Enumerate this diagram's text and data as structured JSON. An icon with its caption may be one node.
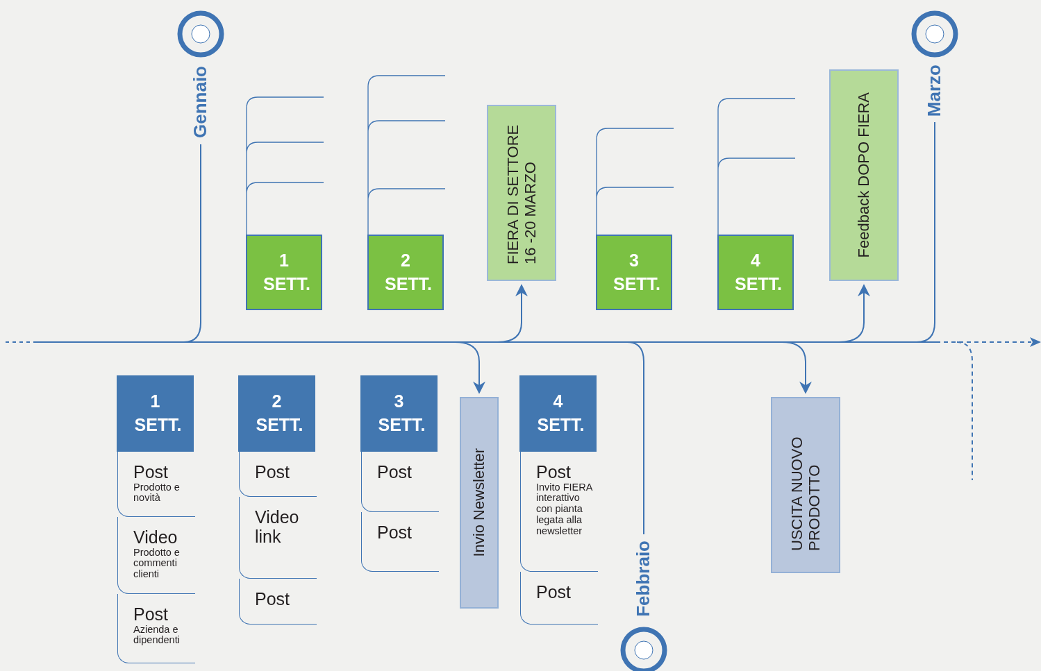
{
  "diagram": {
    "nodes": [
      {
        "text": [
          "Gennaio"
        ]
      },
      {
        "text": [
          "1 SETT."
        ]
      },
      {
        "text": [
          "2 SETT."
        ]
      },
      {
        "text": [
          "FIERA DI SETTORE 16 -20 MARZO"
        ]
      },
      {
        "text": [
          "3 SETT."
        ]
      },
      {
        "text": [
          "4 SETT."
        ]
      },
      {
        "text": [
          "Feedback DOPO FIERA"
        ]
      },
      {
        "text": [
          "Marzo"
        ]
      },
      {
        "text": [],
        "shape": "line"
      },
      {
        "text": [
          "1 SETT."
        ]
      },
      {
        "text": [
          "Post",
          "Prodotto e novità"
        ]
      },
      {
        "text": [
          "Video",
          "Prodotto e commenti clienti"
        ]
      },
      {
        "text": [
          "Post",
          "Azienda e dipendenti"
        ]
      },
      {
        "text": [
          "2 SETT."
        ]
      },
      {
        "text": [
          "Post"
        ]
      },
      {
        "text": [
          "Video link"
        ]
      },
      {
        "text": [
          "Post"
        ]
      },
      {
        "text": [
          "3 SETT."
        ]
      },
      {
        "text": [
          "Post"
        ]
      },
      {
        "text": [
          "Post"
        ]
      },
      {
        "text": [
          "Invio Newsletter"
        ]
      },
      {
        "text": [
          "4 SETT."
        ]
      },
      {
        "text": [
          "Post",
          "Invito FIERA interattivo con pianta legata alla newsletter"
        ]
      },
      {
        "text": [
          "Post"
        ]
      },
      {
        "text": [
          "Febbraio"
        ]
      },
      {
        "text": [
          "USCITA NUOVO PRODOTTO"
        ]
      }
    ],
    "edges": [
      {
        "from": 0,
        "to": 8,
        "arrow": "none"
      },
      {
        "from": 8,
        "to": 20,
        "arrow": "to"
      },
      {
        "from": 8,
        "to": 3,
        "arrow": "to"
      },
      {
        "from": 24,
        "to": 8,
        "arrow": "none"
      },
      {
        "from": 8,
        "to": 25,
        "arrow": "to"
      },
      {
        "from": 8,
        "to": 6,
        "arrow": "to"
      },
      {
        "from": 7,
        "to": 8,
        "arrow": "none"
      },
      {
        "from": 8,
        "to": null,
        "arrow": "none",
        "style": "dashed"
      }
    ]
  }
}
